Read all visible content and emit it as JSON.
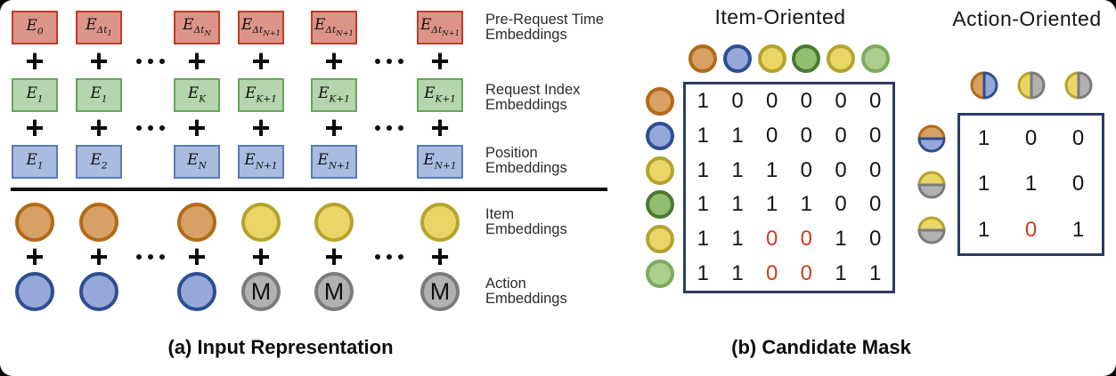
{
  "panel_a": {
    "caption": "(a) Input Representation",
    "plus_symbol": "+",
    "embedding_rows": [
      {
        "id": "pre-request-time",
        "box_style": "red",
        "label_line1": "Pre-Request Time",
        "label_line2": "Embeddings",
        "cells": [
          {
            "base": "E",
            "sub": "0"
          },
          {
            "base": "E",
            "sub": "Δt",
            "subsub": "1"
          },
          {
            "base": "E",
            "sub": "Δt",
            "subsub": "N"
          },
          {
            "base": "E",
            "sub": "Δt",
            "subsub": "N+1"
          },
          {
            "base": "E",
            "sub": "Δt",
            "subsub": "N+1"
          },
          {
            "base": "E",
            "sub": "Δt",
            "subsub": "N+1"
          }
        ]
      },
      {
        "id": "request-index",
        "box_style": "green",
        "label_line1": "Request Index",
        "label_line2": "Embeddings",
        "cells": [
          {
            "base": "E",
            "sub": "1"
          },
          {
            "base": "E",
            "sub": "1"
          },
          {
            "base": "E",
            "sub": "K"
          },
          {
            "base": "E",
            "sub": "K+1"
          },
          {
            "base": "E",
            "sub": "K+1"
          },
          {
            "base": "E",
            "sub": "K+1"
          }
        ]
      },
      {
        "id": "position",
        "box_style": "blue",
        "label_line1": "Position",
        "label_line2": "Embeddings",
        "cells": [
          {
            "base": "E",
            "sub": "1"
          },
          {
            "base": "E",
            "sub": "2"
          },
          {
            "base": "E",
            "sub": "N"
          },
          {
            "base": "E",
            "sub": "N+1"
          },
          {
            "base": "E",
            "sub": "N+1"
          },
          {
            "base": "E",
            "sub": "N+1"
          }
        ]
      }
    ],
    "circle_rows": [
      {
        "id": "item",
        "label_line1": "Item",
        "label_line2": "Embeddings",
        "cells": [
          {
            "color": "orange"
          },
          {
            "color": "orange"
          },
          {
            "color": "orange"
          },
          {
            "color": "yellow"
          },
          {
            "color": "yellow"
          },
          {
            "color": "yellow"
          }
        ]
      },
      {
        "id": "action",
        "label_line1": "Action",
        "label_line2": "Embeddings",
        "cells": [
          {
            "color": "blue"
          },
          {
            "color": "blue"
          },
          {
            "color": "blue"
          },
          {
            "color": "gray",
            "letter": "M"
          },
          {
            "color": "gray",
            "letter": "M"
          },
          {
            "color": "gray",
            "letter": "M"
          }
        ]
      }
    ]
  },
  "panel_b": {
    "caption": "(b) Candidate Mask",
    "item_oriented": {
      "title": "Item-Oriented",
      "col_circles": [
        "orange",
        "blue",
        "yellow",
        "green_dark",
        "yellow",
        "green_light"
      ],
      "row_circles": [
        "orange",
        "blue",
        "yellow",
        "green_dark",
        "yellow",
        "green_light"
      ],
      "matrix": [
        [
          "1",
          "0",
          "0",
          "0",
          "0",
          "0"
        ],
        [
          "1",
          "1",
          "0",
          "0",
          "0",
          "0"
        ],
        [
          "1",
          "1",
          "1",
          "0",
          "0",
          "0"
        ],
        [
          "1",
          "1",
          "1",
          "1",
          "0",
          "0"
        ],
        [
          "1",
          "1",
          "0",
          "0",
          "1",
          "0"
        ],
        [
          "1",
          "1",
          "0",
          "0",
          "1",
          "1"
        ]
      ],
      "red_cells": [
        [
          4,
          2
        ],
        [
          4,
          3
        ],
        [
          5,
          2
        ],
        [
          5,
          3
        ]
      ]
    },
    "action_oriented": {
      "title": "Action-Oriented",
      "col_circles": [
        {
          "first": "orange",
          "second": "blue"
        },
        {
          "first": "yellow",
          "second": "gray"
        },
        {
          "first": "yellow",
          "second": "gray"
        }
      ],
      "row_circles": [
        {
          "first": "orange",
          "second": "blue"
        },
        {
          "first": "yellow",
          "second": "gray"
        },
        {
          "first": "yellow",
          "second": "gray"
        }
      ],
      "matrix": [
        [
          "1",
          "0",
          "0"
        ],
        [
          "1",
          "1",
          "0"
        ],
        [
          "1",
          "0",
          "1"
        ]
      ],
      "red_cells": [
        [
          2,
          1
        ]
      ]
    }
  },
  "colors": {
    "box_red_fill": "#DC9489",
    "box_red_border": "#C23B27",
    "box_green_fill": "#B4D5AD",
    "box_green_border": "#66A45C",
    "box_blue_fill": "#A9BBDF",
    "box_blue_border": "#5C7AB6",
    "circle_orange_fill": "#D7A165",
    "circle_orange_border": "#B26A16",
    "circle_yellow_fill": "#E9D666",
    "circle_yellow_border": "#B5A42C",
    "circle_blue_fill": "#96A8D8",
    "circle_blue_border": "#2E4E92",
    "circle_gray_fill": "#B1B1B1",
    "circle_gray_border": "#7B7B7B",
    "circle_green_dark_fill": "#92BE72",
    "circle_green_dark_border": "#4C7932",
    "circle_green_light_fill": "#ABCF8E",
    "circle_green_light_border": "#7CAC5C",
    "matrix_border": "#2B3A67",
    "highlight_red": "#CC3D22"
  }
}
